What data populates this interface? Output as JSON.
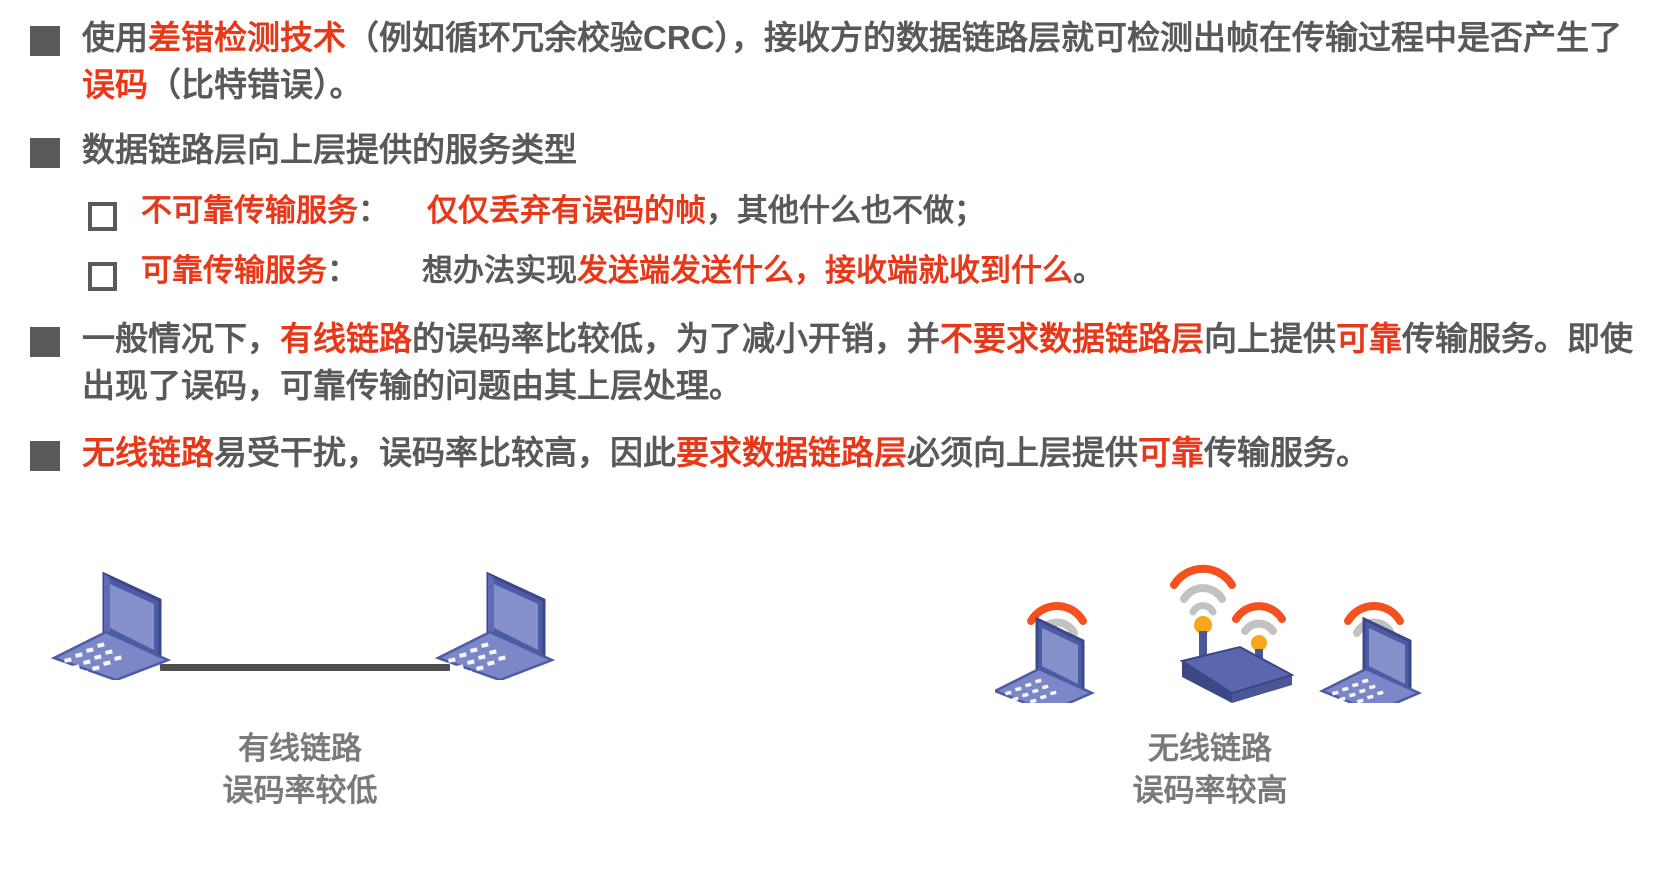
{
  "slide": {
    "bullets": [
      {
        "marker": "filled-square",
        "level": 1,
        "segments": [
          {
            "text": "使用",
            "color": "gray"
          },
          {
            "text": "差错检测技术",
            "color": "red"
          },
          {
            "text": "（例如循环冗余校验CRC），接收方的数据链路层就可检测出帧在传输过程中是否产生了",
            "color": "gray"
          },
          {
            "text": "误码",
            "color": "red"
          },
          {
            "text": "（比特错误）。",
            "color": "gray"
          }
        ]
      },
      {
        "marker": "filled-square",
        "level": 1,
        "segments": [
          {
            "text": "数据链路层向上层提供的服务类型",
            "color": "gray"
          }
        ]
      },
      {
        "marker": "hollow-square",
        "level": 2,
        "segments": [
          {
            "text": "不可靠传输服务",
            "color": "red"
          },
          {
            "text": "：",
            "color": "gray"
          },
          {
            "text": "gap",
            "color": "spacer"
          },
          {
            "text": "仅仅丢弃有误码的帧",
            "color": "red"
          },
          {
            "text": "，其他什么也不做；",
            "color": "gray"
          }
        ]
      },
      {
        "marker": "hollow-square",
        "level": 2,
        "segments": [
          {
            "text": "可靠传输服务",
            "color": "red"
          },
          {
            "text": "：",
            "color": "gray"
          },
          {
            "text": "gap2",
            "color": "spacer"
          },
          {
            "text": "想办法实现",
            "color": "gray"
          },
          {
            "text": "发送端发送什么，接收端就收到什么",
            "color": "red"
          },
          {
            "text": "。",
            "color": "gray"
          }
        ]
      },
      {
        "marker": "filled-square",
        "level": 1,
        "segments": [
          {
            "text": "一般情况下，",
            "color": "gray"
          },
          {
            "text": "有线链路",
            "color": "red"
          },
          {
            "text": "的误码率比较低，为了减小开销，并",
            "color": "gray"
          },
          {
            "text": "不要求数据链路层",
            "color": "red"
          },
          {
            "text": "向上提供",
            "color": "gray"
          },
          {
            "text": "可靠",
            "color": "red"
          },
          {
            "text": "传输服务。即使出现了误码，可靠传输的问题由其上层处理。",
            "color": "gray"
          }
        ]
      },
      {
        "marker": "filled-square",
        "level": 1,
        "segments": [
          {
            "text": "无线链路",
            "color": "red"
          },
          {
            "text": "易受干扰，误码率比较高，因此",
            "color": "gray"
          },
          {
            "text": "要求数据链路层",
            "color": "red"
          },
          {
            "text": "必须向上层提供",
            "color": "gray"
          },
          {
            "text": "可靠",
            "color": "red"
          },
          {
            "text": "传输服务。",
            "color": "gray"
          }
        ]
      }
    ],
    "captions": {
      "wired": "有线链路\n误码率较低",
      "wireless": "无线链路\n误码率较高"
    },
    "icons": {
      "laptop_left": "laptop-icon",
      "laptop_right": "laptop-icon",
      "laptop_wireless_left": "laptop-icon",
      "laptop_wireless_right": "laptop-icon",
      "router": "wireless-router-icon",
      "cable": "ethernet-cable-line"
    },
    "colors": {
      "accent_red": "#e8381a",
      "text_gray": "#595959",
      "caption_gray": "#7a7a7a",
      "laptop_screen": "#8490ca",
      "laptop_frame": "#4d5ba4",
      "router_body": "#4b5699",
      "wifi_hot": "#f4511e",
      "wifi_cool": "#c2c2c2",
      "wifi_dot": "#f9a61a",
      "cable": "#4f4f4f"
    }
  }
}
